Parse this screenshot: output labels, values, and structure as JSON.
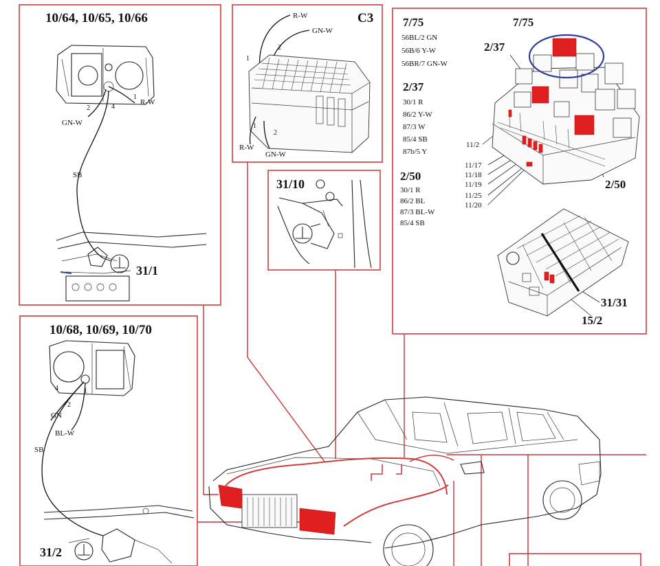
{
  "panels": {
    "headlamp_left": {
      "title": "10/64, 10/65, 10/66",
      "pins": [
        "1",
        "2",
        "4"
      ],
      "wires": {
        "pin1": "R-W",
        "pin2": "GN-W",
        "ground": "SB"
      },
      "ground_label": "31/1"
    },
    "headlamp_right": {
      "title": "10/68, 10/69, 10/70",
      "pins": [
        "4",
        "2",
        "1"
      ],
      "wires": {
        "pin2": "GN",
        "pin1": "BL-W",
        "ground": "SB"
      },
      "ground_label": "31/2"
    },
    "connector_c3": {
      "title": "C3",
      "top_pins": [
        "1",
        "2"
      ],
      "top_wires": [
        "R-W",
        "GN-W"
      ],
      "bottom_pins": [
        "1",
        "2"
      ],
      "bottom_wires": [
        "R-W",
        "GN-W"
      ]
    },
    "ground_point": {
      "title": "31/10"
    },
    "relay_box": {
      "groups": [
        {
          "title": "7/75",
          "lines": [
            "56BL/2 GN",
            "56B/6 Y-W",
            "56BR/7 GN-W"
          ]
        },
        {
          "title": "2/37",
          "lines": [
            "30/1 R",
            "86/2 Y-W",
            "87/3 W",
            "85/4 SB",
            "87b/5 Y"
          ]
        },
        {
          "title": "2/50",
          "lines": [
            "30/1 R",
            "86/2 BL",
            "87/3 BL-W",
            "85/4 SB"
          ]
        }
      ],
      "callouts": {
        "relay_7_75": "7/75",
        "relay_2_37": "2/37",
        "relay_2_50": "2/50",
        "fuse_11_2": "11/2",
        "fuses": [
          "11/17",
          "11/18",
          "11/19",
          "11/25",
          "11/20"
        ],
        "ground_31_31": "31/31",
        "fuse_15_2": "15/2"
      }
    }
  },
  "colors": {
    "frame": "#d23b3b",
    "highlight": "#e02020",
    "circle_marker": "#2b3a9c",
    "ink": "#111111"
  },
  "icons": [
    "headlamp-icon",
    "ground-symbol-icon",
    "fuse-box-icon",
    "car-icon"
  ]
}
